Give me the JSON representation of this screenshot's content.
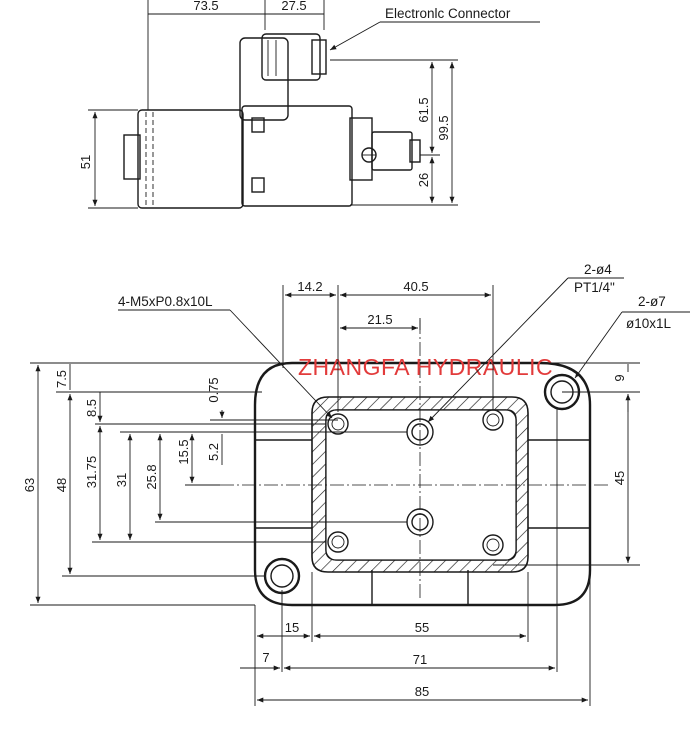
{
  "labels": {
    "electronic_connector": "Electronlc  Connector",
    "thread_spec": "4-M5xP0.8x10L",
    "port_a_count": "2-ø4",
    "port_a_thread": "PT1/4\"",
    "port_b_count": "2-ø7",
    "port_b_spec": "ø10x1L",
    "watermark": "ZHANGFA HYDRAULIC"
  },
  "side_view": {
    "dims": {
      "d1": "73.5",
      "d2": "27.5",
      "d3": "51",
      "d4": "61.5",
      "d5": "99.5",
      "d6": "26"
    }
  },
  "plan_view": {
    "dims": {
      "d1": "14.2",
      "d2": "40.5",
      "d3": "21.5",
      "d4": "7.5",
      "d5": "8.5",
      "d6": "0.75",
      "d7": "15.5",
      "d8": "5.2",
      "d9": "63",
      "d10": "48",
      "d11": "31.75",
      "d12": "31",
      "d13": "25.8",
      "d14": "9",
      "d15": "45",
      "d16": "15",
      "d17": "55",
      "d18": "7",
      "d19": "71",
      "d20": "85"
    }
  }
}
